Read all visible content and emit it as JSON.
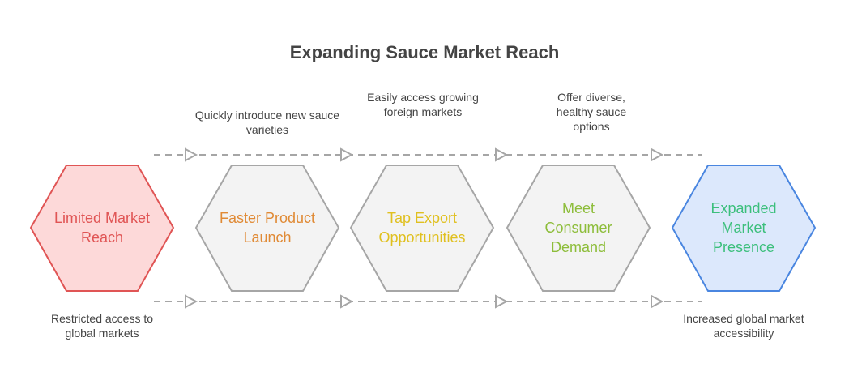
{
  "title": "Expanding Sauce Market Reach",
  "steps": [
    {
      "label": "Limited Market Reach",
      "text_color": "#e05555",
      "fill": "#fdd9d9",
      "stroke": "#e05555"
    },
    {
      "label": "Faster Product Launch",
      "text_color": "#e08a35",
      "fill": "#f3f3f3",
      "stroke": "#a6a6a6"
    },
    {
      "label": "Tap Export Opportunities",
      "text_color": "#e0c020",
      "fill": "#f3f3f3",
      "stroke": "#a6a6a6"
    },
    {
      "label": "Meet Consumer Demand",
      "text_color": "#8dbd3a",
      "fill": "#f3f3f3",
      "stroke": "#a6a6a6"
    },
    {
      "label": "Expanded Market Presence",
      "text_color": "#3cbf7c",
      "fill": "#dce8fc",
      "stroke": "#4a86e0"
    }
  ],
  "top_notes": [
    "Quickly introduce new sauce varieties",
    "Easily access growing foreign markets",
    "Offer diverse, healthy sauce options"
  ],
  "bottom_notes": [
    "Restricted access to global markets",
    "Increased global market accessibility"
  ]
}
